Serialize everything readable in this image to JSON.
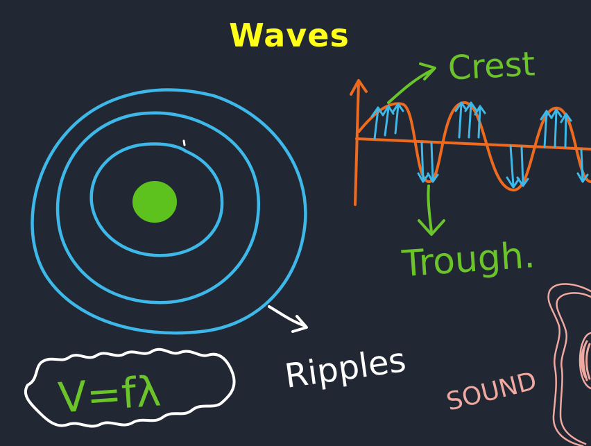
{
  "title": "Waves",
  "labels": {
    "crest": "Crest",
    "trough": "Trough.",
    "ripples": "Ripples",
    "formula": "V=fλ",
    "sound": "SOUND"
  },
  "colors": {
    "background": "#222833",
    "title": "#ffff1a",
    "ripple_rings": "#3db8e8",
    "ripple_center": "#5dc21e",
    "wave_axes": "#ee6a1f",
    "particle_arrows": "#3db8e8",
    "annotation_green": "#6bc42a",
    "annotation_white": "#ffffff",
    "sound_pink": "#f0a9a0"
  }
}
